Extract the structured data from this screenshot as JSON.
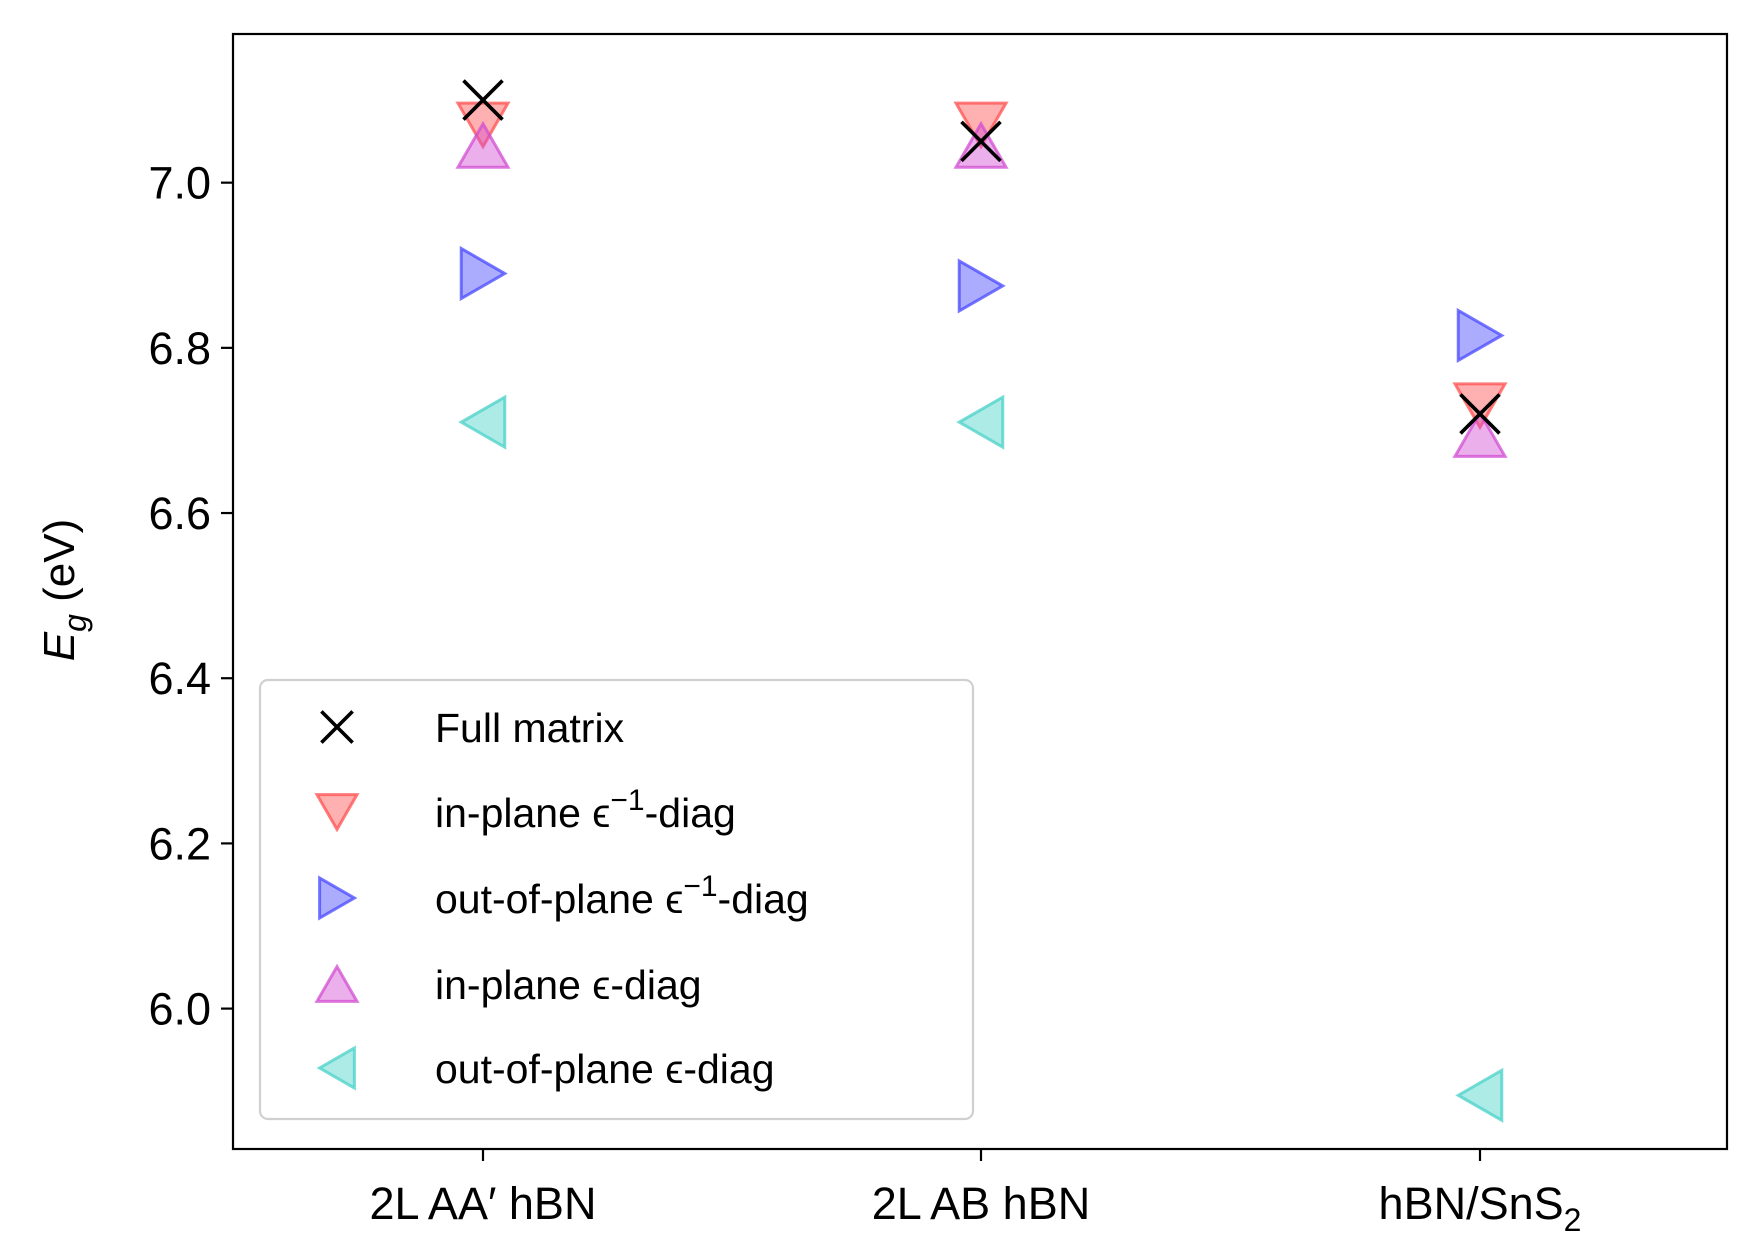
{
  "chart_data": {
    "type": "scatter",
    "title": "",
    "xlabel": "",
    "ylabel": {
      "symbol": "E",
      "subscript": "g",
      "unit": " (eV)"
    },
    "categories": [
      {
        "main": "2L AA",
        "prime": "′",
        "rest": " hBN",
        "sub": ""
      },
      {
        "main": "2L AB hBN",
        "prime": "",
        "rest": "",
        "sub": ""
      },
      {
        "main": "hBN/SnS",
        "prime": "",
        "rest": "",
        "sub": "2"
      }
    ],
    "ylim": [
      5.83,
      7.18
    ],
    "yticks": [
      6.0,
      6.2,
      6.4,
      6.6,
      6.8,
      7.0
    ],
    "ytick_labels": [
      "6.0",
      "6.2",
      "6.4",
      "6.6",
      "6.8",
      "7.0"
    ],
    "grid": false,
    "legend_position": "lower-left",
    "series": [
      {
        "name": {
          "before": "Full matrix",
          "sup": "",
          "after": ""
        },
        "marker": "x",
        "color": "#000000",
        "values": [
          7.1,
          7.05,
          6.72
        ]
      },
      {
        "name": {
          "before": "in-plane ϵ",
          "sup": "−1",
          "after": "-diag"
        },
        "marker": "triangle-down",
        "color": "#ff5050",
        "values": [
          7.07,
          7.07,
          6.73
        ]
      },
      {
        "name": {
          "before": "out-of-plane ϵ",
          "sup": "−1",
          "after": "-diag"
        },
        "marker": "triangle-right",
        "color": "#4848ff",
        "values": [
          6.89,
          6.875,
          6.815
        ]
      },
      {
        "name": {
          "before": "in-plane ϵ-diag",
          "sup": "",
          "after": ""
        },
        "marker": "triangle-up",
        "color": "#d24dd2",
        "values": [
          7.045,
          7.045,
          6.695
        ]
      },
      {
        "name": {
          "before": "out-of-plane ϵ-diag",
          "sup": "",
          "after": ""
        },
        "marker": "triangle-left",
        "color": "#48d2c8",
        "values": [
          6.71,
          6.71,
          5.895
        ]
      }
    ]
  }
}
